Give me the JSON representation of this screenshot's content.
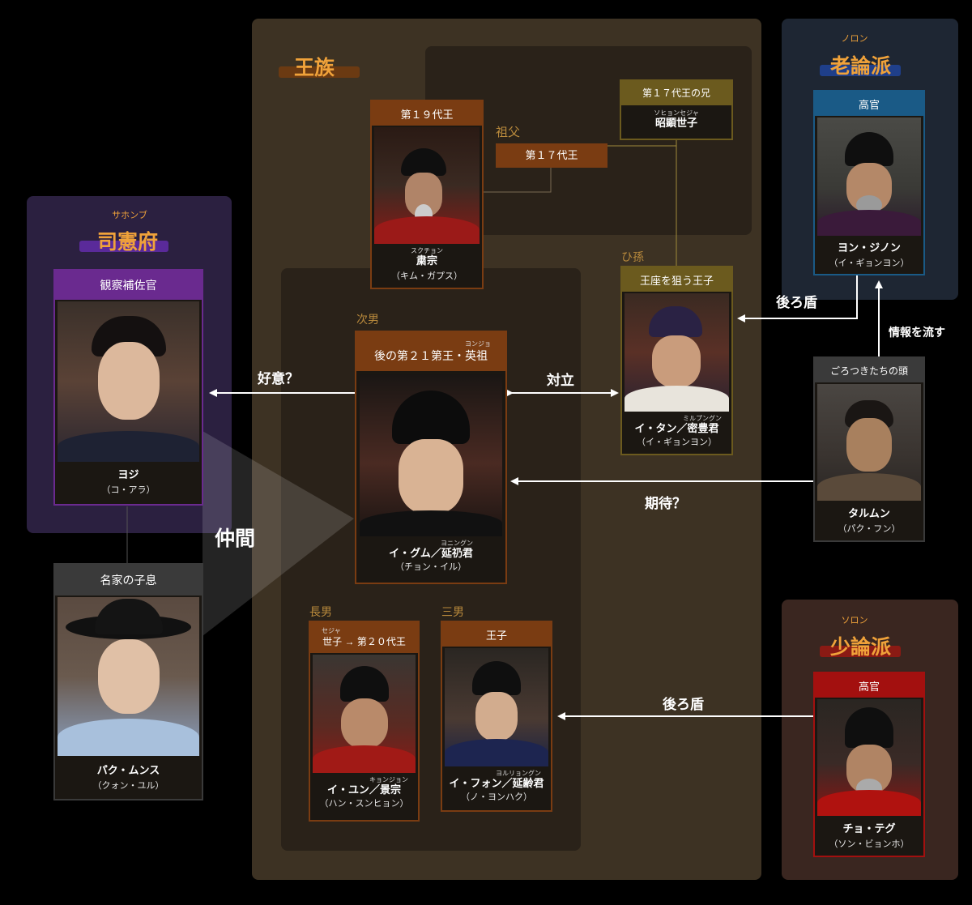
{
  "royal": {
    "group_label": "王族",
    "grandfather_label": "祖父",
    "king17": "第１７代王",
    "brother_role": "第１７代王の兄",
    "brother_ruby": "ソヒョンセジャ",
    "brother_name": "昭顕世子",
    "king19": {
      "role": "第１９代王",
      "ruby": "スクチョン",
      "name": "粛宗",
      "actor": "（キム・ガプス）"
    },
    "second_son_label": "次男",
    "main": {
      "ruby_top": "ヨンジョ",
      "role": "後の第２１第王・英祖",
      "ruby": "ヨニングン",
      "name": "イ・グム／延礽君",
      "actor": "（チョン・イル）"
    },
    "eldest_label": "長男",
    "eldest": {
      "ruby_top": "セジャ",
      "role": "世子 → 第２０代王",
      "ruby": "キョンジョン",
      "name": "イ・ユン／景宗",
      "actor": "（ハン・スンヒョン）"
    },
    "third_label": "三男",
    "third": {
      "role": "王子",
      "ruby": "ヨルリョングン",
      "name": "イ・フォン／延齢君",
      "actor": "（ノ・ヨンハク）"
    },
    "great_grandson_label": "ひ孫",
    "tan": {
      "role": "王座を狙う王子",
      "ruby": "ミルプングン",
      "name": "イ・タン／密豊君",
      "actor": "（イ・ギョンヨン）"
    }
  },
  "noron": {
    "ruby": "ノロン",
    "title": "老論派",
    "official": {
      "role": "高官",
      "name": "ヨン・ジノン",
      "actor": "（イ・ギョンヨン）"
    }
  },
  "soron": {
    "ruby": "ソロン",
    "title": "少論派",
    "official": {
      "role": "高官",
      "name": "チョ・テグ",
      "actor": "（ソン・ビョンホ）"
    }
  },
  "saheonbu": {
    "ruby": "サホンブ",
    "title": "司憲府",
    "officer": {
      "role": "観察補佐官",
      "name": "ヨジ",
      "actor": "（コ・アラ）"
    }
  },
  "noble": {
    "role": "名家の子息",
    "name": "パク・ムンス",
    "actor": "（クォン・ユル）"
  },
  "gangster": {
    "role": "ごろつきたちの頭",
    "name": "タルムン",
    "actor": "（パク・フン）"
  },
  "relations": {
    "affection": "好意？",
    "conflict": "対立",
    "backer_noron": "後ろ盾",
    "info": "情報を流す",
    "expect": "期待？",
    "backer_soron": "後ろ盾",
    "companions": "仲間"
  },
  "colors": {
    "royal_panel": "#3d3223",
    "inner_panel": "#2a2219",
    "card_brown": "#7a3c12",
    "card_gold": "#6b5a1e",
    "noron_panel": "#1e2633",
    "noron_card": "#1a5a86",
    "soron_panel": "#3a2620",
    "soron_card": "#a3100f",
    "saheonbu_panel": "#2b2040",
    "saheonbu_card": "#6a2a8f",
    "gray_card": "#3a3a3a"
  }
}
